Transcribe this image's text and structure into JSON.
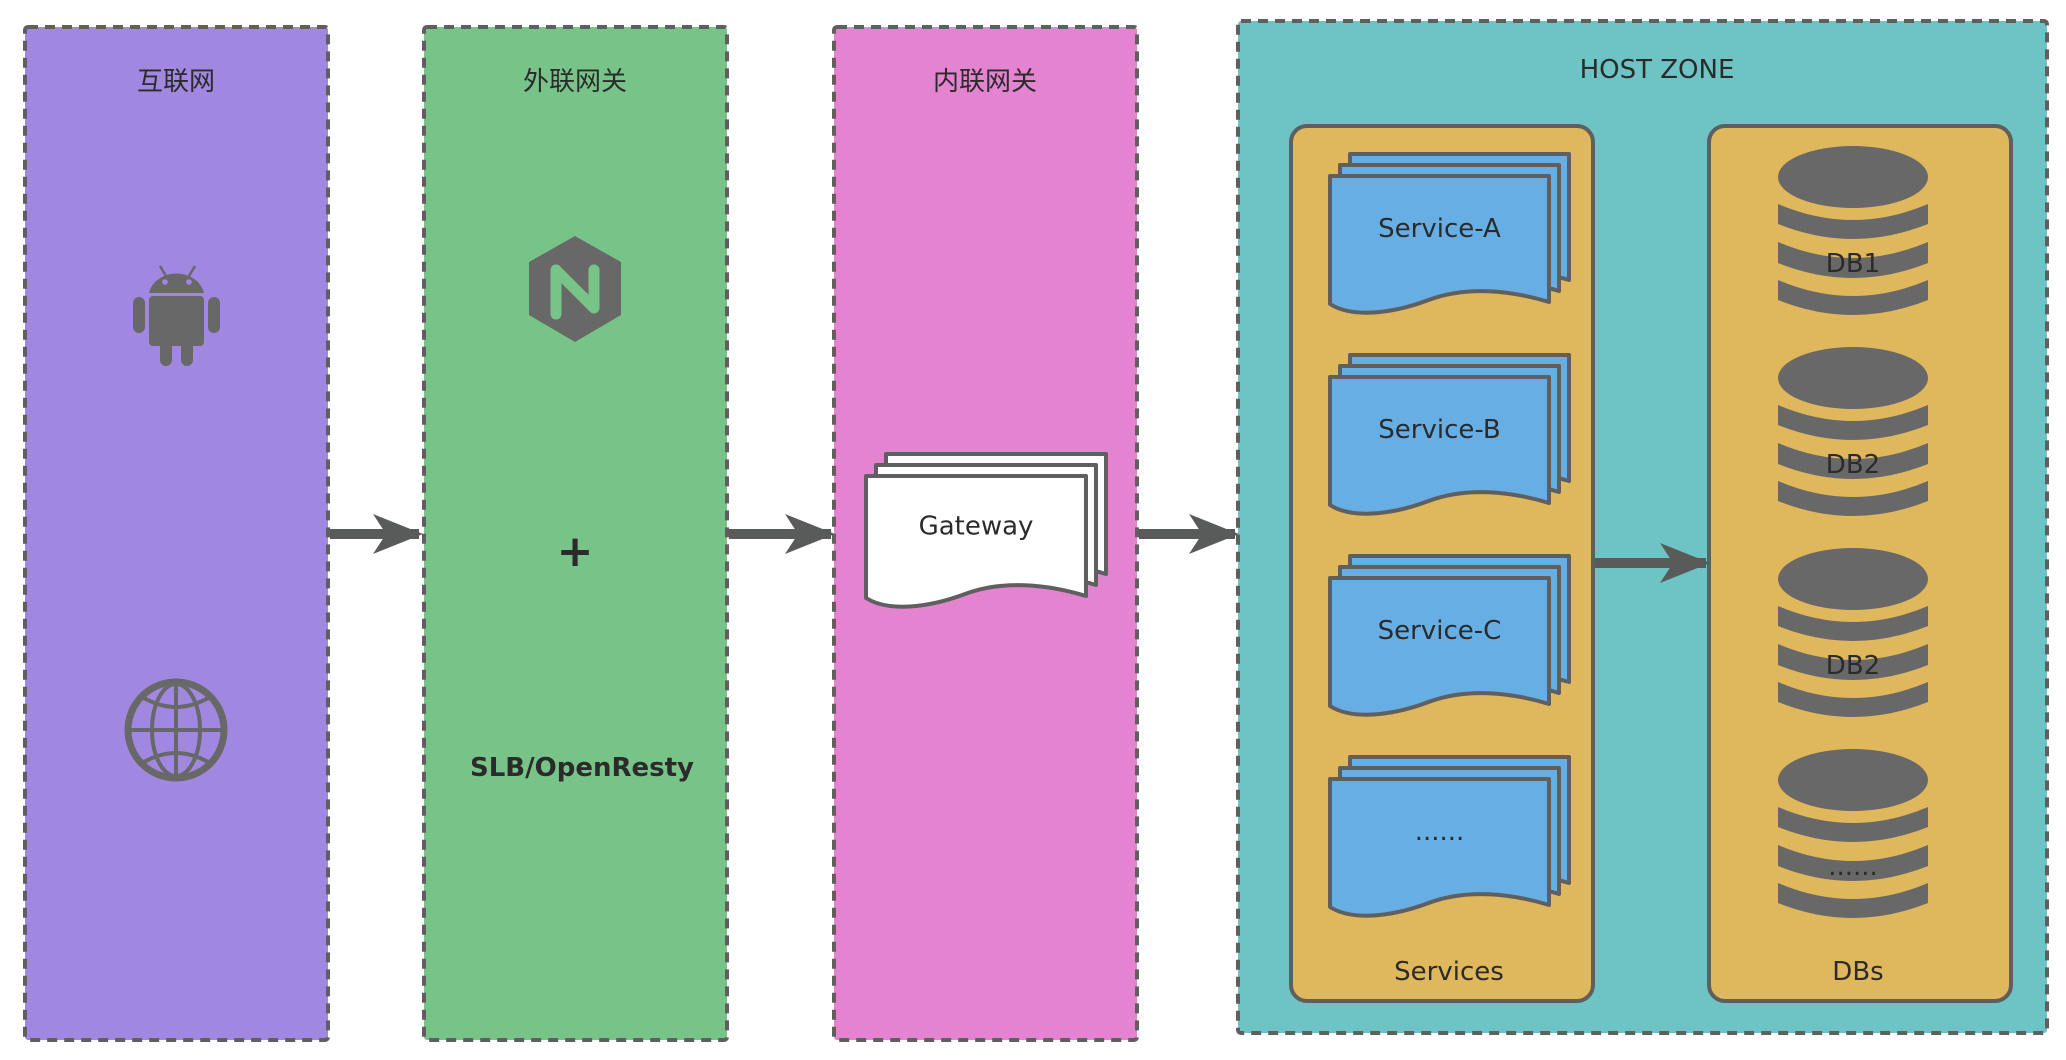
{
  "colors": {
    "internet_zone": "#a087df",
    "external_gateway_zone": "#78c488",
    "internal_gateway_zone": "#e483d0",
    "host_zone": "#6ec4c4",
    "panel": "#dfb75c",
    "service_doc": "#66aee3",
    "gateway_doc": "#ffffff",
    "stroke": "#5f5f5f",
    "icon": "#686868",
    "arrow": "#595b5a",
    "text": "#2b2b2b"
  },
  "zones": {
    "internet": {
      "title": "互联网",
      "icons": [
        "android-icon",
        "globe-icon"
      ]
    },
    "external_gateway": {
      "title": "外联网关",
      "icons": [
        "nginx-icon"
      ],
      "plus": "+",
      "label": "SLB/OpenResty"
    },
    "internal_gateway": {
      "title": "内联网关",
      "gateway_label": "Gateway"
    },
    "host_zone": {
      "title": "HOST ZONE",
      "services_panel": {
        "label": "Services",
        "items": [
          "Service-A",
          "Service-B",
          "Service-C",
          "......"
        ]
      },
      "dbs_panel": {
        "label": "DBs",
        "items": [
          "DB1",
          "DB2",
          "DB2",
          "......"
        ]
      }
    }
  },
  "flows": [
    {
      "from": "internet",
      "to": "external_gateway"
    },
    {
      "from": "external_gateway",
      "to": "internal_gateway"
    },
    {
      "from": "internal_gateway",
      "to": "host_zone"
    },
    {
      "from": "services_panel",
      "to": "dbs_panel"
    }
  ]
}
